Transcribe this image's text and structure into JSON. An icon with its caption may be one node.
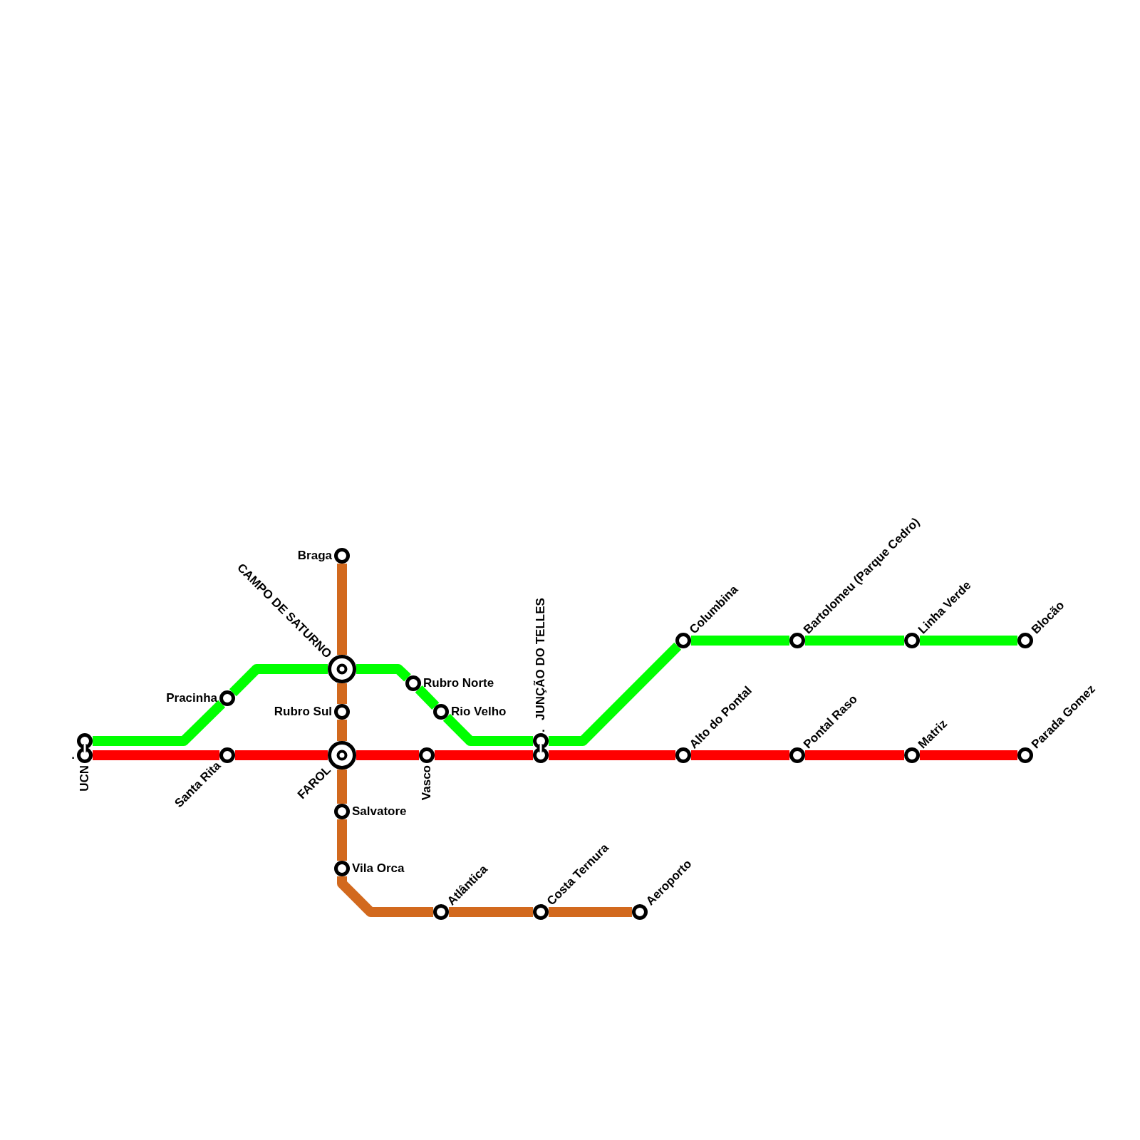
{
  "diagram": {
    "nodes": [
      {
        "text": [
          "UCN",
          "."
        ]
      },
      {
        "text": [
          "Pracinha"
        ]
      },
      {
        "text": [
          "Santa Rita"
        ]
      },
      {
        "text": [
          "Braga"
        ]
      },
      {
        "text": [
          "CAMPO DE SATURNO"
        ]
      },
      {
        "text": [
          "Rubro Sul"
        ]
      },
      {
        "text": [
          "FAROL"
        ]
      },
      {
        "text": [
          "Rubro Norte"
        ]
      },
      {
        "text": [
          "Rio Velho"
        ]
      },
      {
        "text": [
          "Vasco"
        ]
      },
      {
        "text": [
          "JUNÇÃO DO TELLES",
          "."
        ]
      },
      {
        "text": [
          "Salvatore"
        ]
      },
      {
        "text": [
          "Vila Orca"
        ]
      },
      {
        "text": [
          "Atlântica"
        ]
      },
      {
        "text": [
          "Costa Ternura"
        ]
      },
      {
        "text": [
          "Aeroporto"
        ]
      },
      {
        "text": [
          "Columbina"
        ]
      },
      {
        "text": [
          "Alto do Pontal"
        ]
      },
      {
        "text": [
          "Bartolomeu (Parque Cedro)"
        ]
      },
      {
        "text": [
          "Pontal Raso"
        ]
      },
      {
        "text": [
          "Linha Verde"
        ]
      },
      {
        "text": [
          "Matriz"
        ]
      },
      {
        "text": [
          "Blocão"
        ]
      },
      {
        "text": [
          "Parada Gomez"
        ]
      }
    ],
    "edges": [
      {
        "from": 0,
        "to": 1,
        "arrow": "none",
        "color": "#00ff00"
      },
      {
        "from": 1,
        "to": 4,
        "arrow": "none",
        "color": "#00ff00"
      },
      {
        "from": 4,
        "to": 7,
        "arrow": "none",
        "color": "#00ff00"
      },
      {
        "from": 7,
        "to": 8,
        "arrow": "none",
        "color": "#00ff00"
      },
      {
        "from": 8,
        "to": 10,
        "arrow": "none",
        "color": "#00ff00"
      },
      {
        "from": 10,
        "to": 16,
        "arrow": "none",
        "color": "#00ff00"
      },
      {
        "from": 16,
        "to": 18,
        "arrow": "none",
        "color": "#00ff00"
      },
      {
        "from": 18,
        "to": 20,
        "arrow": "none",
        "color": "#00ff00"
      },
      {
        "from": 20,
        "to": 22,
        "arrow": "none",
        "color": "#00ff00"
      },
      {
        "from": 0,
        "to": 2,
        "arrow": "none",
        "color": "#ff0000"
      },
      {
        "from": 2,
        "to": 6,
        "arrow": "none",
        "color": "#ff0000"
      },
      {
        "from": 6,
        "to": 9,
        "arrow": "none",
        "color": "#ff0000"
      },
      {
        "from": 9,
        "to": 10,
        "arrow": "none",
        "color": "#ff0000"
      },
      {
        "from": 10,
        "to": 17,
        "arrow": "none",
        "color": "#ff0000"
      },
      {
        "from": 17,
        "to": 19,
        "arrow": "none",
        "color": "#ff0000"
      },
      {
        "from": 19,
        "to": 21,
        "arrow": "none",
        "color": "#ff0000"
      },
      {
        "from": 21,
        "to": 23,
        "arrow": "none",
        "color": "#ff0000"
      },
      {
        "from": 3,
        "to": 4,
        "arrow": "none",
        "color": "#d2691e"
      },
      {
        "from": 4,
        "to": 5,
        "arrow": "none",
        "color": "#d2691e"
      },
      {
        "from": 5,
        "to": 6,
        "arrow": "none",
        "color": "#d2691e"
      },
      {
        "from": 6,
        "to": 11,
        "arrow": "none",
        "color": "#d2691e"
      },
      {
        "from": 11,
        "to": 12,
        "arrow": "none",
        "color": "#d2691e"
      },
      {
        "from": 12,
        "to": 13,
        "arrow": "none",
        "color": "#d2691e"
      },
      {
        "from": 13,
        "to": 14,
        "arrow": "none",
        "color": "#d2691e"
      },
      {
        "from": 14,
        "to": 15,
        "arrow": "none",
        "color": "#d2691e"
      }
    ]
  }
}
